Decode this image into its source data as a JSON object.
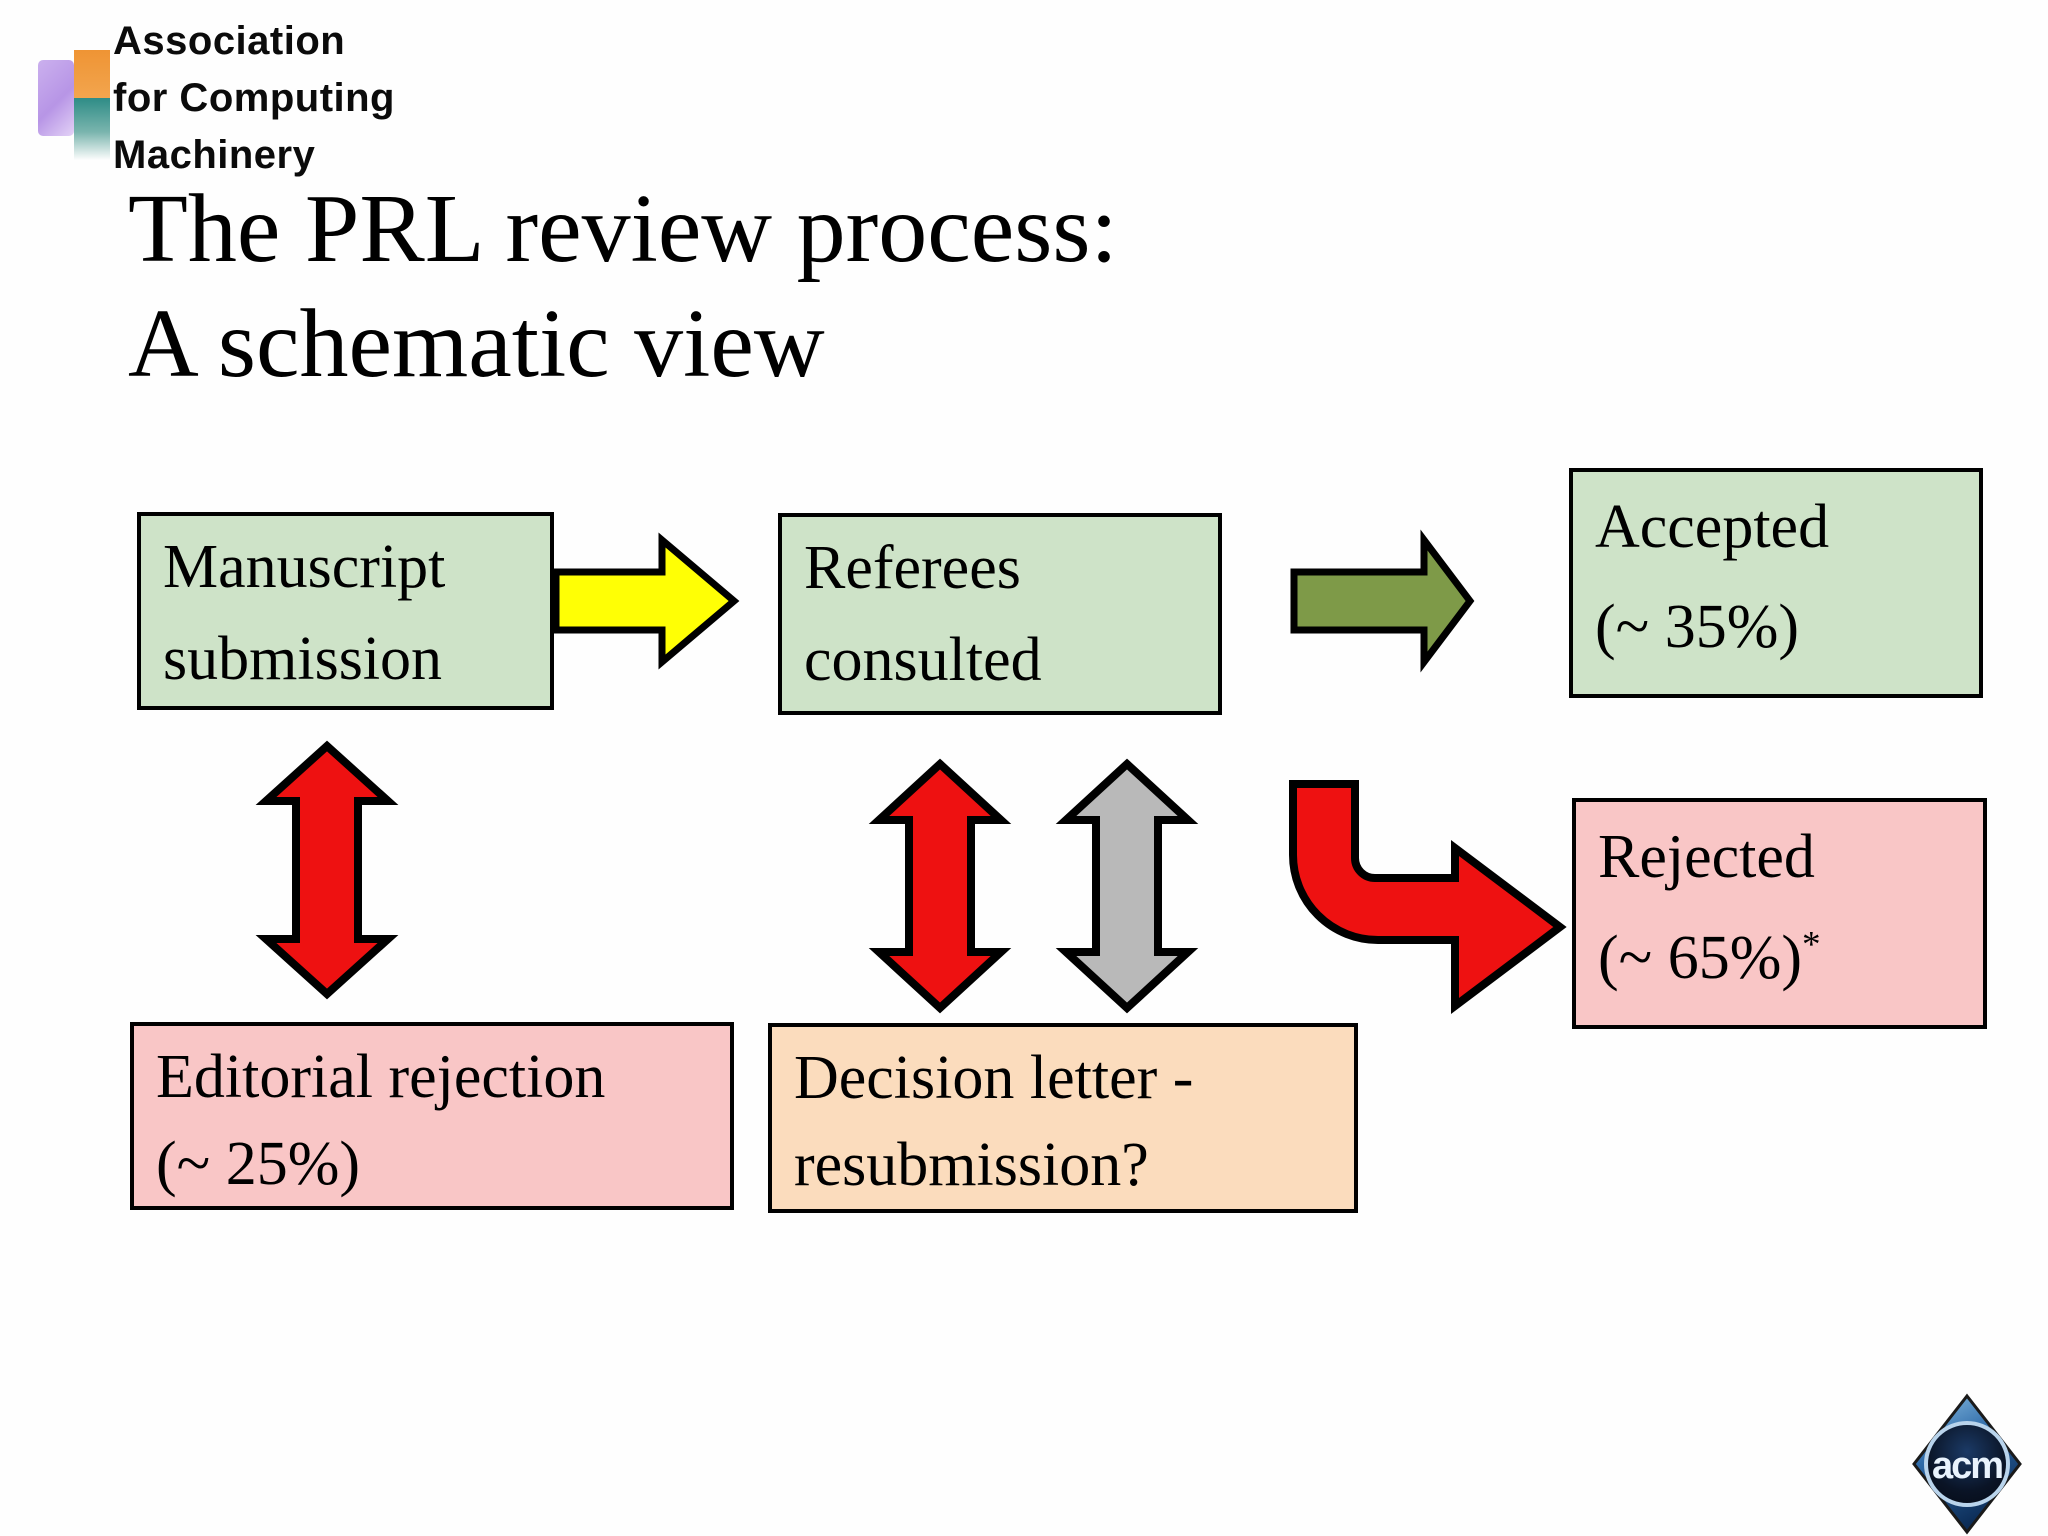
{
  "header": {
    "org_line1": "Association",
    "org_line2": "for Computing",
    "org_line3": "Machinery"
  },
  "title": {
    "line1": "The PRL review process:",
    "line2": "A schematic view"
  },
  "boxes": {
    "manuscript": {
      "line1": "Manuscript",
      "line2": "submission"
    },
    "referees": {
      "line1": "Referees",
      "line2": "consulted"
    },
    "accepted": {
      "line1": "Accepted",
      "line2": "(~ 35%)"
    },
    "editorial_rejection": {
      "line1": "Editorial rejection",
      "line2": "(~ 25%)"
    },
    "decision_letter": {
      "line1": "Decision letter -",
      "line2": "resubmission?"
    },
    "rejected": {
      "line1": "Rejected",
      "line2": "(~ 65%)",
      "superscript": "*"
    }
  },
  "arrows": {
    "submission_to_referees": {
      "shape": "right-arrow",
      "color": "#ffff05"
    },
    "referees_to_accepted": {
      "shape": "right-arrow",
      "color": "#7e9a48"
    },
    "manuscript_editorial_two_way": {
      "shape": "double-vertical",
      "color": "#ee1111"
    },
    "referees_decision_two_way_red": {
      "shape": "double-vertical",
      "color": "#ee1111"
    },
    "referees_decision_two_way_gray": {
      "shape": "double-vertical",
      "color": "#b9b9b9"
    },
    "referees_to_rejected_curved": {
      "shape": "elbow-right",
      "color": "#ee1111"
    }
  },
  "colors": {
    "box_green": "#cee3c8",
    "box_pink": "#f9c6c6",
    "box_peach": "#fbdcbd",
    "outline": "#000000",
    "background": "#fefefe"
  },
  "footer_logo": {
    "text": "acm"
  }
}
